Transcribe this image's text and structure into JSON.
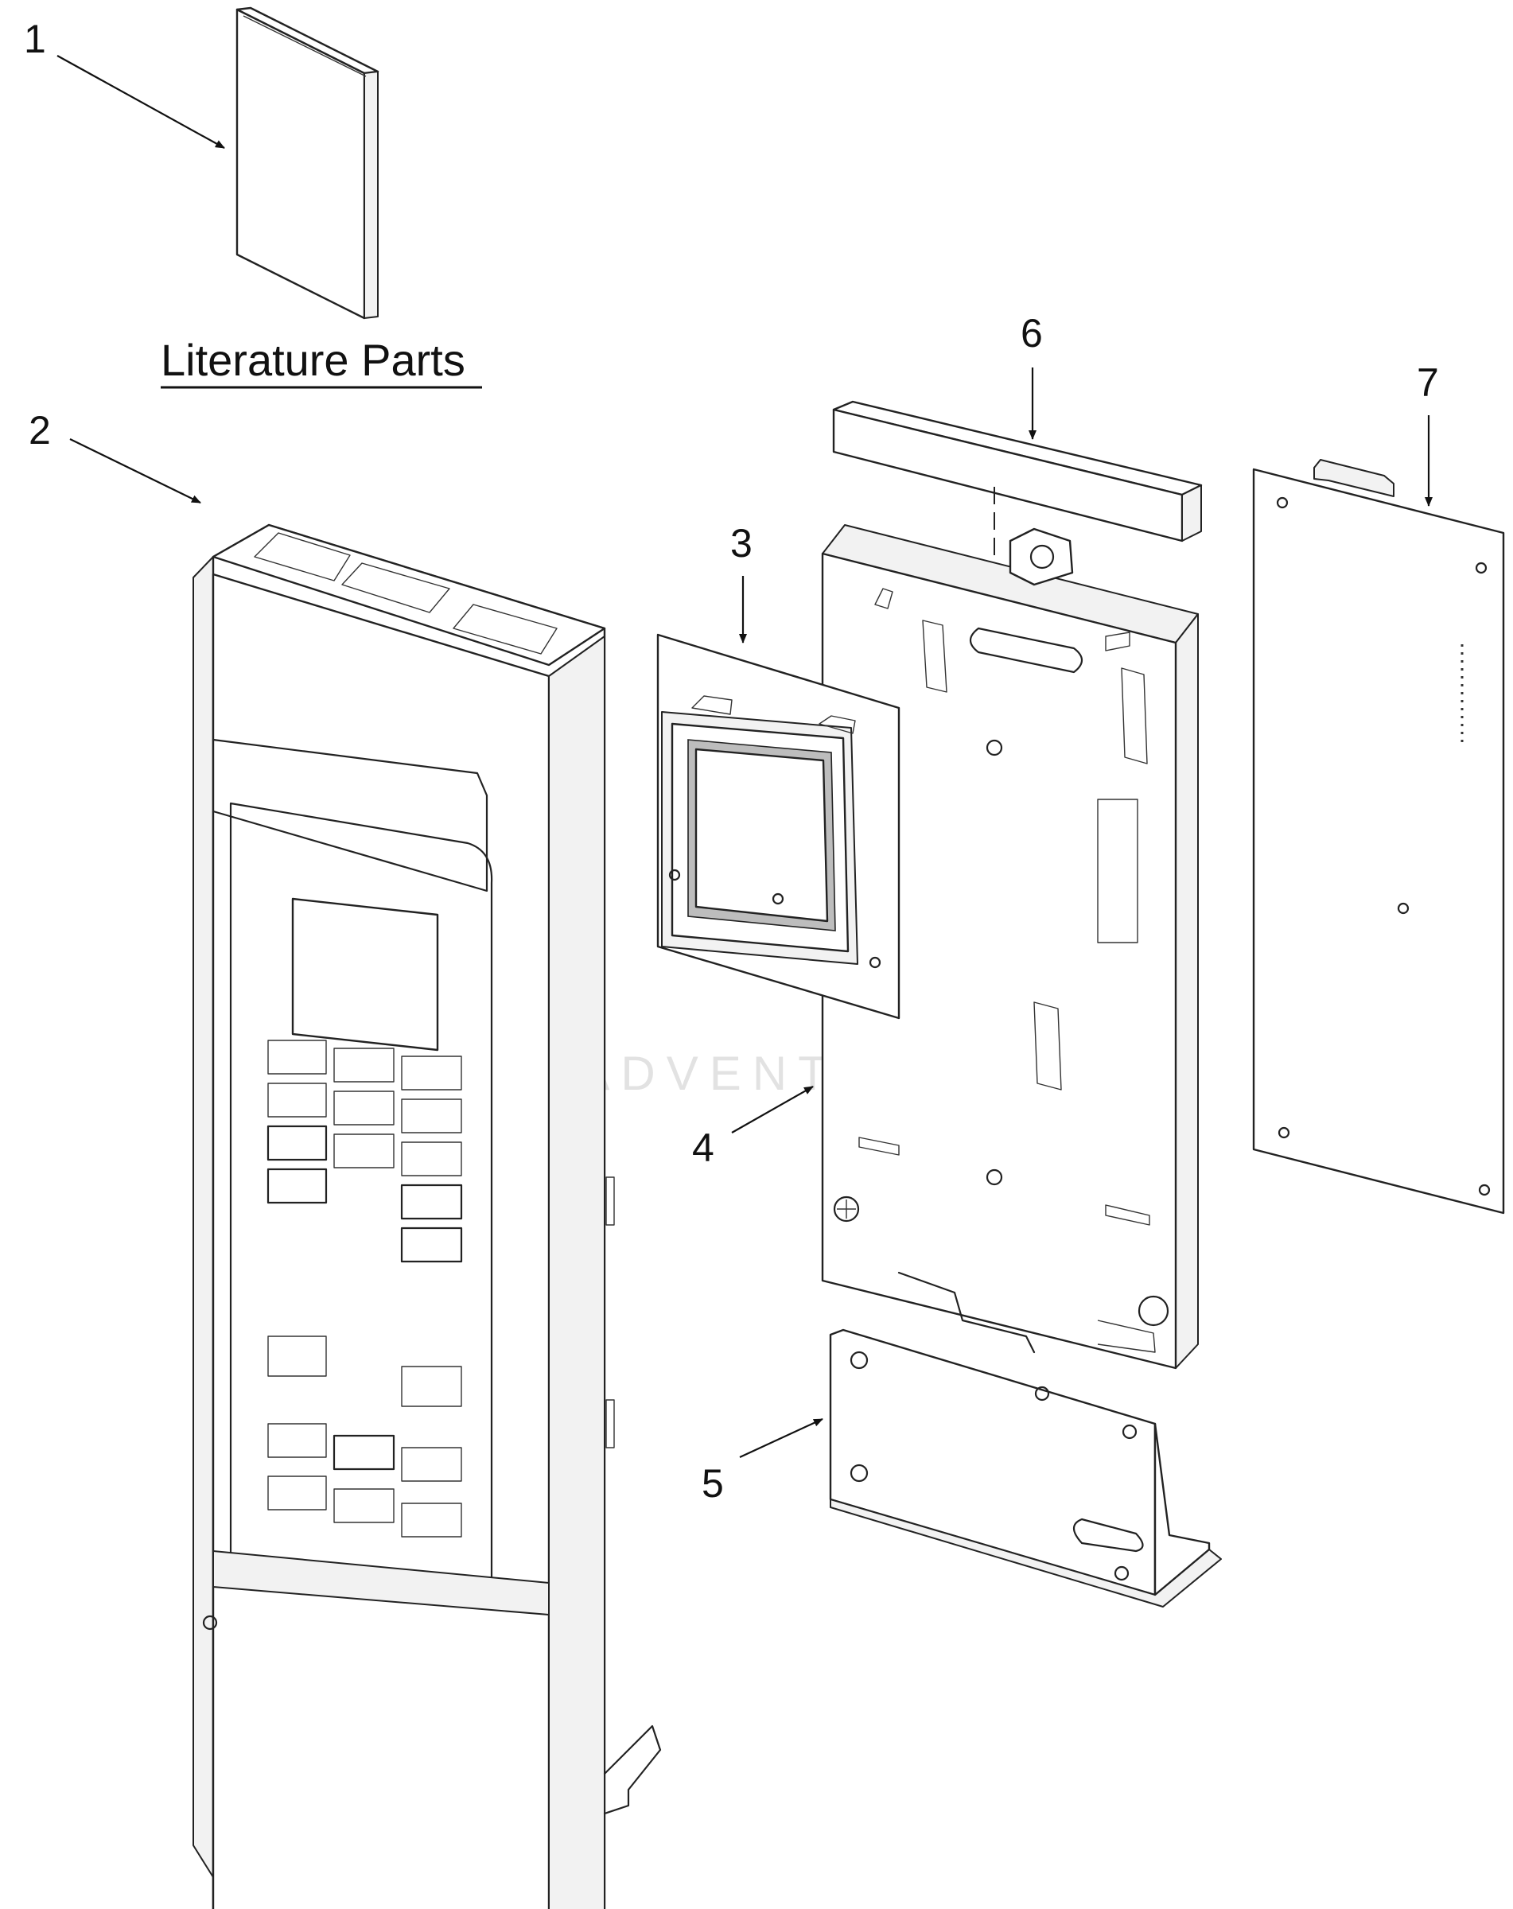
{
  "diagram": {
    "section_title": "Literature Parts",
    "watermark": "LEADVENTURE",
    "callouts": [
      "1",
      "2",
      "3",
      "4",
      "5",
      "6",
      "7"
    ]
  },
  "parts": [
    {
      "id": "1",
      "icon": "literature-booklet"
    },
    {
      "id": "2",
      "icon": "control-panel-fascia"
    },
    {
      "id": "3",
      "icon": "display-module"
    },
    {
      "id": "4",
      "icon": "control-bracket"
    },
    {
      "id": "5",
      "icon": "mounting-bracket"
    },
    {
      "id": "6",
      "icon": "foam-strip"
    },
    {
      "id": "7",
      "icon": "circuit-board"
    }
  ],
  "colors": {
    "line": "#222222",
    "watermark": "#cfcfcf",
    "background": "#ffffff"
  }
}
